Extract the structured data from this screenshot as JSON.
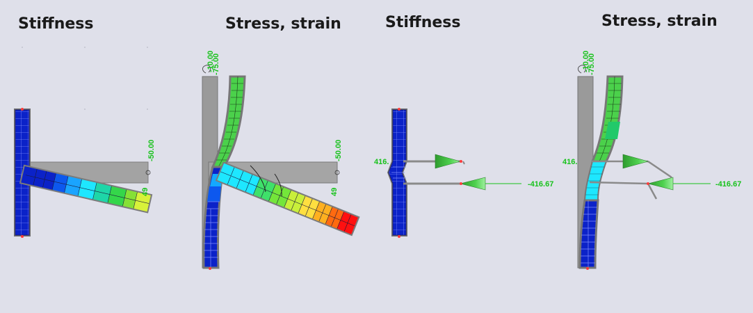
{
  "panels": {
    "p1": {
      "title": "Stiffness"
    },
    "p2": {
      "title": "Stress, strain"
    },
    "p3": {
      "title": "Stiffness"
    },
    "p4": {
      "title": "Stress, strain"
    }
  },
  "labels": {
    "p1_value": "-50.00",
    "p1_value_cut": "49",
    "p2_top_a": "-10.00",
    "p2_top_b": "-75.00",
    "p2_value": "-50.00",
    "p2_value_cut": "49",
    "p3_left": "416.",
    "p3_right": "-416.67",
    "p4_top_a": "-10.00",
    "p4_top_b": "-75.00",
    "p4_left": "416.",
    "p4_right": "-416.67"
  },
  "colors": {
    "background": "#dfe0ea",
    "label_green": "#17c21b",
    "member_gray": "#9a9a9a",
    "cell_blue": "#0b22c8"
  }
}
